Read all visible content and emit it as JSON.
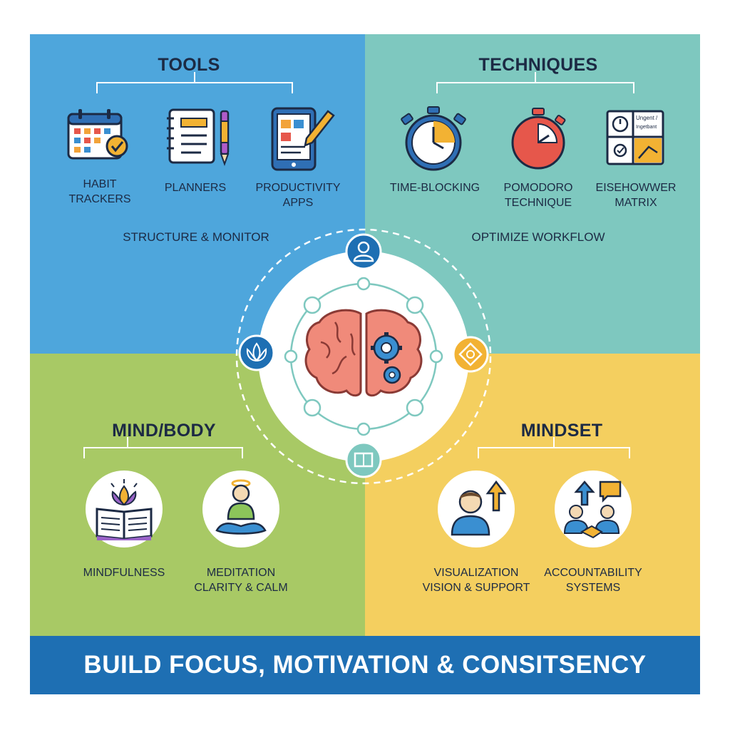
{
  "quadrants": {
    "tools": {
      "heading": "TOOLS",
      "items": [
        {
          "label_1": "HABIT",
          "label_2": "TRACKERS",
          "icon": "calendar-check-icon"
        },
        {
          "label_1": "PLANNERS",
          "label_2": "",
          "icon": "notebook-pencil-icon"
        },
        {
          "label_1": "PRODUCTIVITY",
          "label_2": "APPS",
          "icon": "tablet-app-icon"
        }
      ],
      "subtitle": "STRUCTURE & MONITOR",
      "color": "#4ea6dc"
    },
    "techniques": {
      "heading": "TECHNIQUES",
      "items": [
        {
          "label_1": "TIME-BLOCKING",
          "label_2": "",
          "icon": "stopwatch-icon"
        },
        {
          "label_1": "POMODORO",
          "label_2": "TECHNIQUE",
          "icon": "tomato-timer-icon"
        },
        {
          "label_1": "EISEHOWWER",
          "label_2": "MATRIX",
          "icon": "matrix-grid-icon"
        }
      ],
      "matrix_text": "Ungent / Ingetbant",
      "subtitle": "OPTIMIZE WORKFLOW",
      "color": "#7ec8bf"
    },
    "mind_body": {
      "heading": "MIND/BODY",
      "items": [
        {
          "label_1": "MINDFULNESS",
          "label_2": "",
          "icon": "open-book-lotus-icon"
        },
        {
          "label_1": "MEDITATION",
          "label_2": "CLARITY & CALM",
          "icon": "meditating-person-icon"
        }
      ],
      "color": "#a8c965"
    },
    "mindset": {
      "heading": "MINDSET",
      "items": [
        {
          "label_1": "VISUALIZATION",
          "label_2": "VISION & SUPPORT",
          "icon": "person-arrow-up-icon"
        },
        {
          "label_1": "ACCOUNTABILITY",
          "label_2": "SYSTEMS",
          "icon": "handshake-people-icon"
        }
      ],
      "color": "#f4cf5f"
    }
  },
  "center": {
    "icon": "brain-gears-icon",
    "nodes": [
      "person-node-icon",
      "lotus-node-icon",
      "target-node-icon",
      "book-node-icon"
    ]
  },
  "banner": {
    "text": "BUILD FOCUS, MOTIVATION & CONSITSENCY",
    "color": "#1e6fb3"
  }
}
